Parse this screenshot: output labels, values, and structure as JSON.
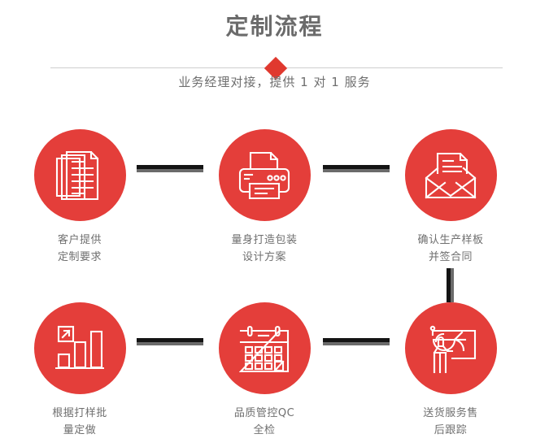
{
  "header": {
    "title": "定制流程",
    "subtitle": "业务经理对接，提供 1 对 1 服务",
    "diamond_color": "#e0392f",
    "divider_color": "#cfcfcf",
    "title_color": "#6b6b6b"
  },
  "theme": {
    "accent": "#e43e3a",
    "text": "#6f6f6f",
    "connector_main": "#141414",
    "connector_shadow": "#6b6b6b",
    "background": "#ffffff"
  },
  "flow": {
    "steps": [
      {
        "index": 1,
        "icon": "documents-stack-icon",
        "label_lines": [
          "客户提供",
          "定制要求"
        ]
      },
      {
        "index": 2,
        "icon": "printer-icon",
        "label_lines": [
          "量身打造包装",
          "设计方案"
        ]
      },
      {
        "index": 3,
        "icon": "envelope-document-icon",
        "label_lines": [
          "确认生产样板",
          "并签合同"
        ]
      },
      {
        "index": 4,
        "icon": "bar-chart-growth-icon",
        "label_lines": [
          "根据打样批",
          "量定做"
        ]
      },
      {
        "index": 5,
        "icon": "calendar-icon",
        "label_lines": [
          "品质管控QC",
          "全检"
        ]
      },
      {
        "index": 6,
        "icon": "presentation-pie-chart-icon",
        "label_lines": [
          "送货服务售",
          "后跟踪"
        ]
      }
    ],
    "connectors": [
      {
        "name": "connector-step1-step2",
        "orientation": "horizontal"
      },
      {
        "name": "connector-step2-step3",
        "orientation": "horizontal"
      },
      {
        "name": "connector-step3-step6",
        "orientation": "vertical"
      },
      {
        "name": "connector-step4-step5",
        "orientation": "horizontal"
      },
      {
        "name": "connector-step5-step6",
        "orientation": "horizontal"
      }
    ]
  }
}
